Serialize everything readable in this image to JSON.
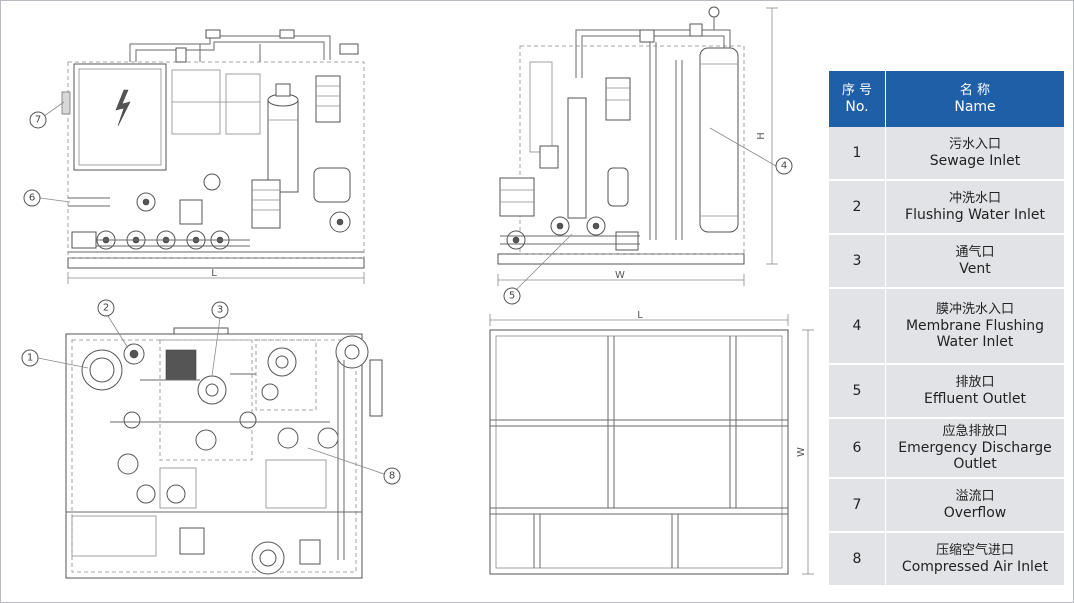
{
  "legend": {
    "header": {
      "no_cn": "序 号",
      "no_en": "No.",
      "name_cn": "名 称",
      "name_en": "Name"
    },
    "rows": [
      {
        "no": "1",
        "cn": "污水入口",
        "en": "Sewage Inlet"
      },
      {
        "no": "2",
        "cn": "冲洗水口",
        "en": "Flushing Water Inlet"
      },
      {
        "no": "3",
        "cn": "通气口",
        "en": "Vent"
      },
      {
        "no": "4",
        "cn": "膜冲洗水入口",
        "en": "Membrane Flushing Water Inlet"
      },
      {
        "no": "5",
        "cn": "排放口",
        "en": "Effluent Outlet"
      },
      {
        "no": "6",
        "cn": "应急排放口",
        "en": "Emergency Discharge Outlet"
      },
      {
        "no": "7",
        "cn": "溢流口",
        "en": "Overflow"
      },
      {
        "no": "8",
        "cn": "压缩空气进口",
        "en": "Compressed Air Inlet"
      }
    ]
  },
  "dimensions": {
    "length": "L",
    "width": "W",
    "height": "H"
  },
  "callouts": [
    "1",
    "2",
    "3",
    "4",
    "5",
    "6",
    "7",
    "8"
  ],
  "colors": {
    "header_bg": "#1f5fa8",
    "row_bg": "#e1e3e6",
    "line": "#6a6a6a"
  }
}
